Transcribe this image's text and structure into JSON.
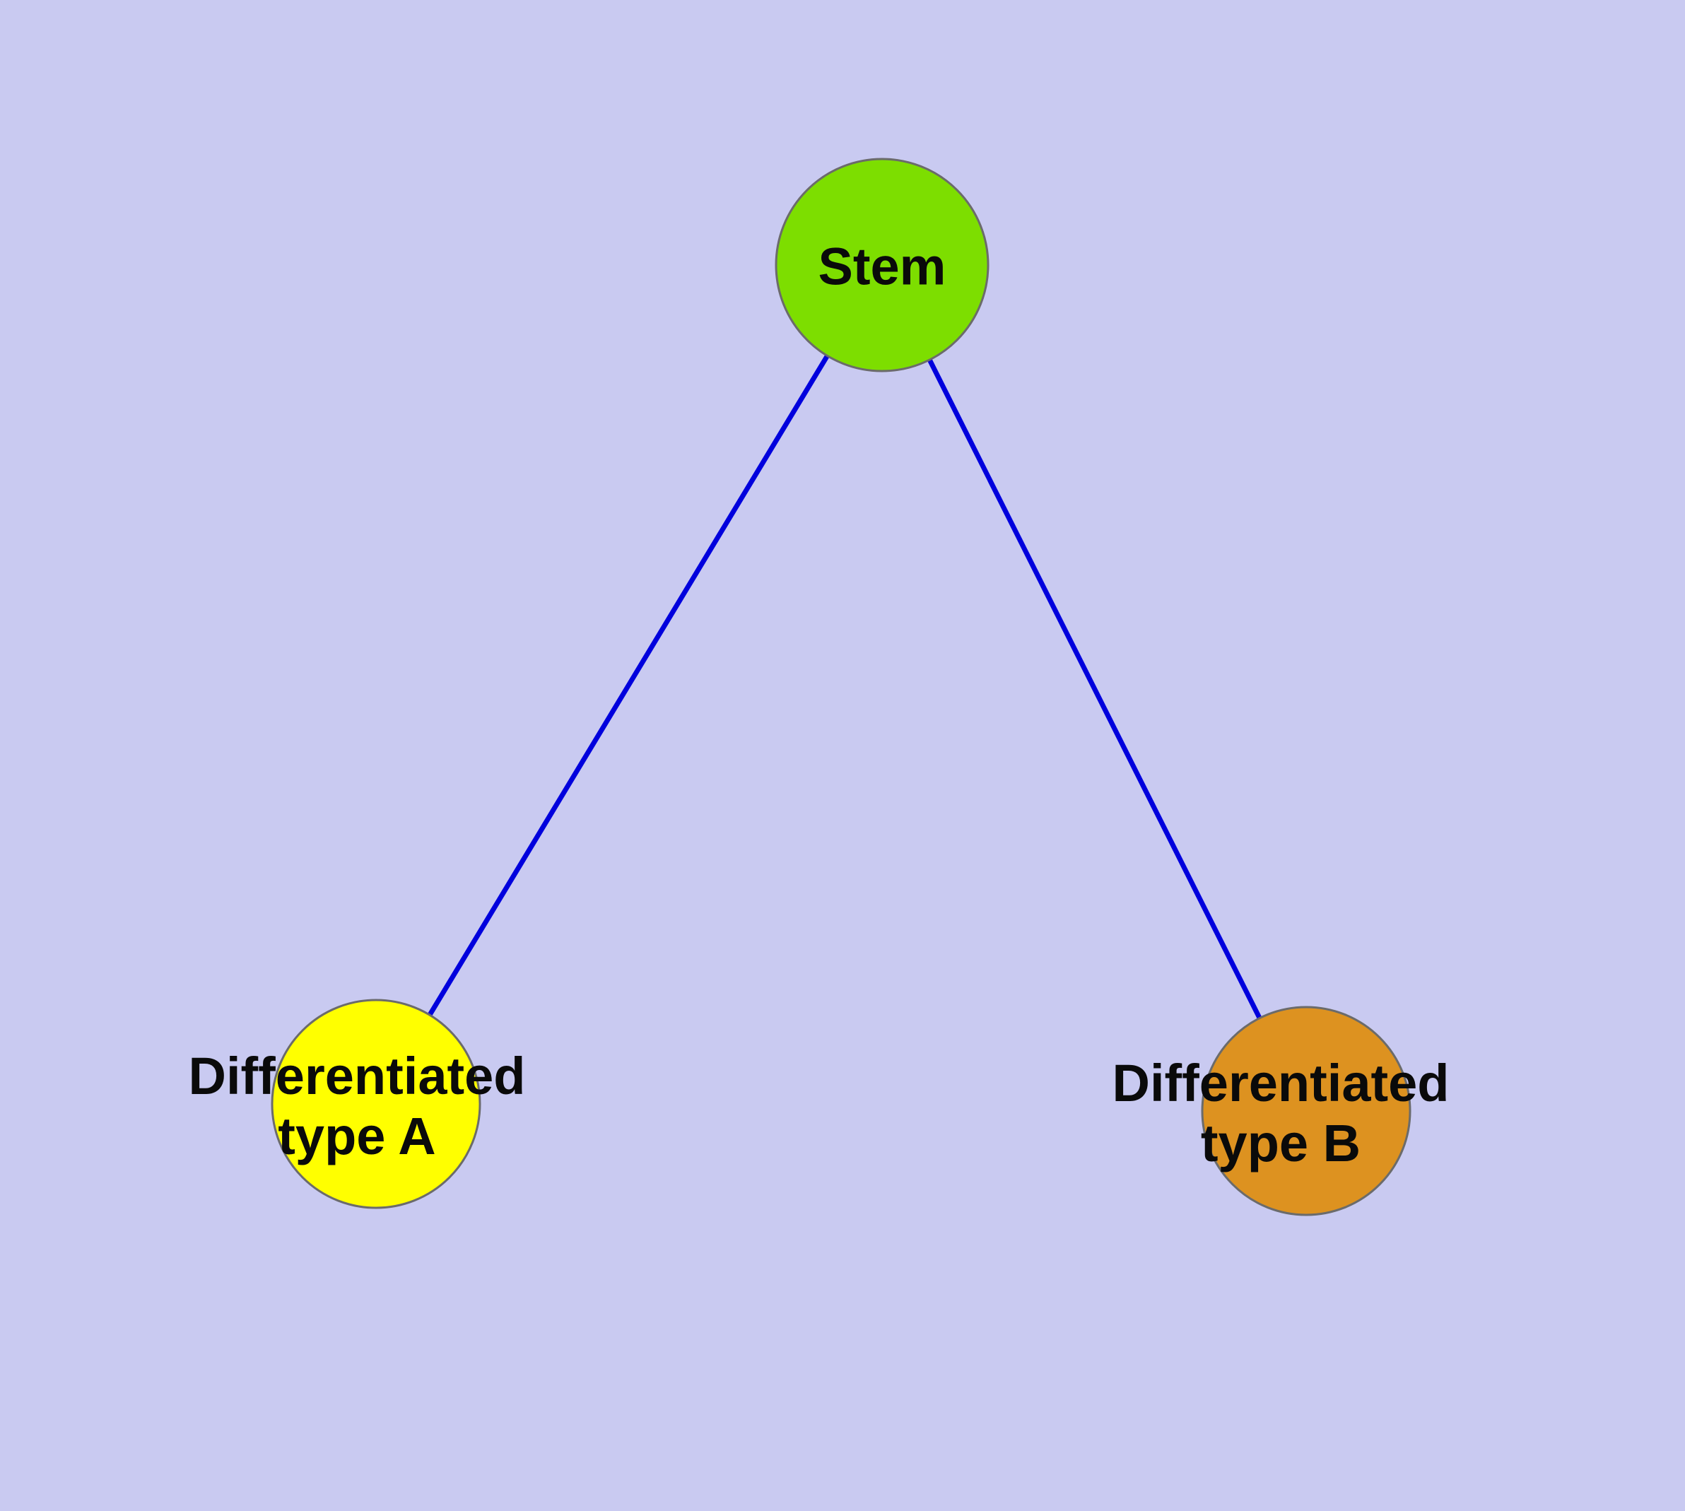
{
  "diagram": {
    "background": "#c9caf1",
    "edge_color": "#0000dd",
    "node_stroke": "#6b6b6b",
    "nodes": {
      "stem": {
        "label": "Stem",
        "fill": "#7dde00"
      },
      "type_a": {
        "label_line1": "Differentiated",
        "label_line2": "type A",
        "fill": "#ffff00"
      },
      "type_b": {
        "label_line1": "Differentiated",
        "label_line2": "type B",
        "fill": "#dd9220"
      }
    },
    "edges": [
      {
        "from": "Stem",
        "to": "Differentiated type A"
      },
      {
        "from": "Stem",
        "to": "Differentiated type B"
      }
    ]
  }
}
